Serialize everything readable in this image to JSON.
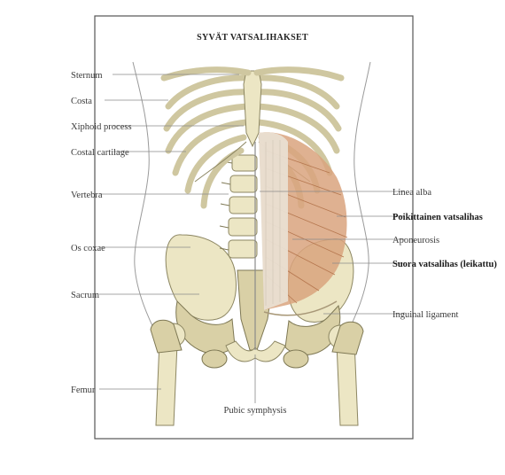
{
  "title": "SYVÄT VATSALIHAKSET",
  "labels_left": [
    {
      "name": "sternum",
      "text": "Sternum"
    },
    {
      "name": "costa",
      "text": "Costa"
    },
    {
      "name": "xiphoid-process",
      "text": "Xiphoid process"
    },
    {
      "name": "costal-cartilage",
      "text": "Costal cartilage"
    },
    {
      "name": "vertebra",
      "text": "Vertebra"
    },
    {
      "name": "os-coxae",
      "text": "Os coxae"
    },
    {
      "name": "sacrum",
      "text": "Sacrum"
    },
    {
      "name": "femur",
      "text": "Femur"
    }
  ],
  "labels_right": [
    {
      "name": "linea-alba",
      "text": "Linea alba",
      "bold": false
    },
    {
      "name": "poikittainen-vatsalihas",
      "text": "Poikittainen vatsalihas",
      "bold": true
    },
    {
      "name": "aponeurosis",
      "text": "Aponeurosis",
      "bold": false
    },
    {
      "name": "suora-vatsalihas",
      "text": "Suora vatsalihas (leikattu)",
      "bold": true
    },
    {
      "name": "inguinal-ligament",
      "text": "Inguinal ligament",
      "bold": false
    }
  ],
  "label_bottom": {
    "name": "pubic-symphysis",
    "text": "Pubic symphysis"
  },
  "colors": {
    "bone": "#ece6c4",
    "muscle": "#d8a07a",
    "aponeurosis": "#e8ddd0",
    "frame": "#555555"
  }
}
